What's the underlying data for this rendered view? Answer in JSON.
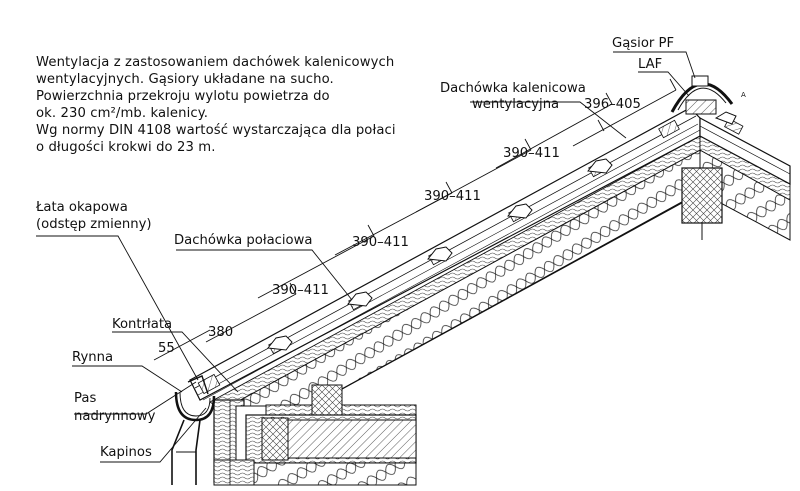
{
  "description": {
    "lines": [
      "Wentylacja z zastosowaniem dachówek kalenicowych",
      "wentylacyjnych. Gąsiory układane na sucho.",
      "Powierzchnia przekroju wylotu powietrza do",
      "ok. 230 cm²/mb. kalenicy.",
      "Wg normy DIN 4108 wartość wystarczająca dla połaci",
      "o długości krokwi do 23 m."
    ]
  },
  "labels": {
    "gasior": "Gąsior PF",
    "laf": "LAF",
    "kalenicowa_line1": "Dachówka kalenicowa",
    "kalenicowa_line2": "wentylacyjna",
    "dim_top": "396–405",
    "dim_1": "390–411",
    "dim_2": "390–411",
    "dim_3": "390–411",
    "dim_4": "390–411",
    "dim_380": "380",
    "dim_55": "55",
    "lata_line1": "Łata okapowa",
    "lata_line2": "(odstęp zmienny)",
    "polaciowa": "Dachówka połaciowa",
    "kontrlata": "Kontrłata",
    "rynna": "Rynna",
    "pas_line1": "Pas",
    "pas_line2": "nadrynnowy",
    "kapinos": "Kapinos",
    "small_a": "A"
  }
}
